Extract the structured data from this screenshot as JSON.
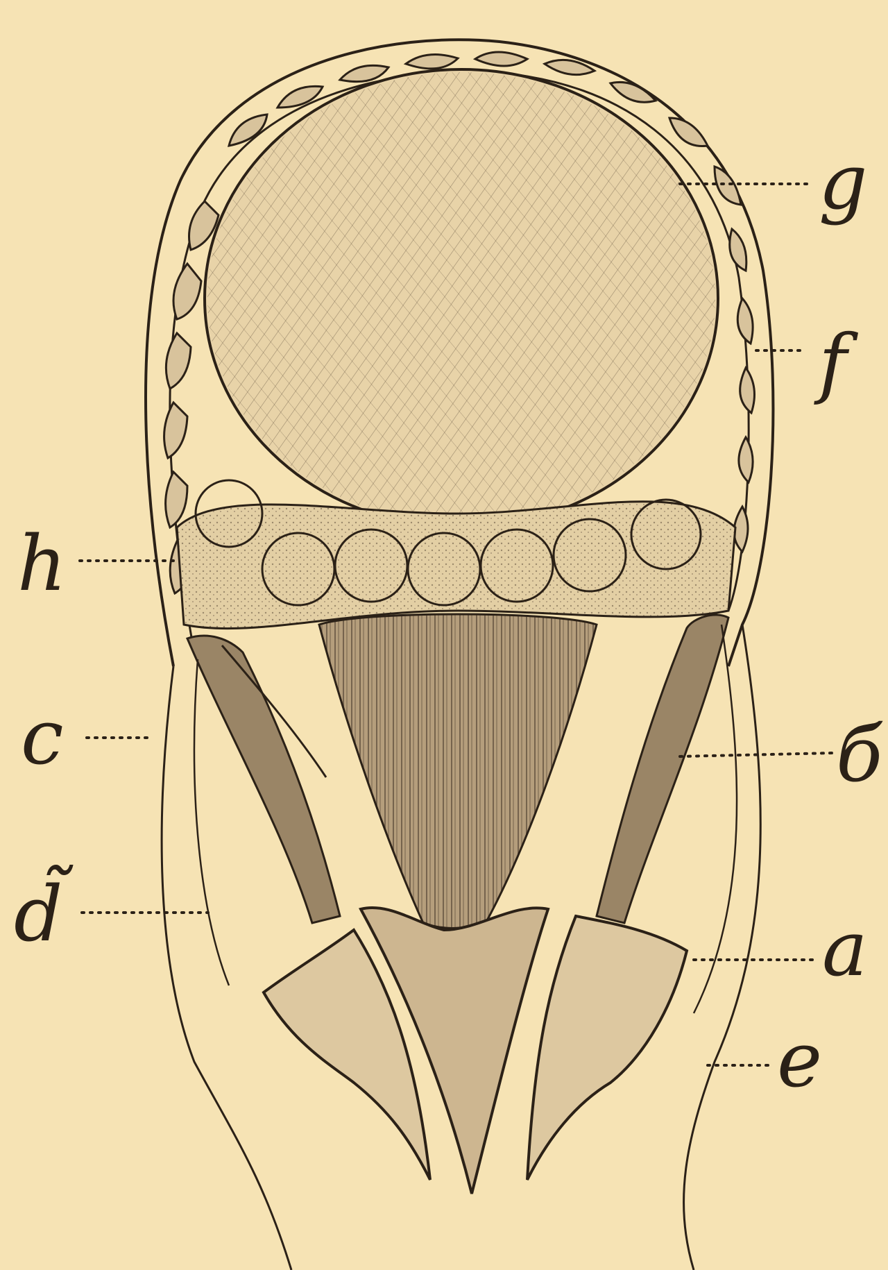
{
  "figure": {
    "colors": {
      "paper": "#f6e3b4",
      "ink": "#2b2117",
      "shade": "#cdb690",
      "dark": "#7a6650"
    },
    "labels": {
      "g": "g",
      "f": "f",
      "h": "h",
      "c": "c",
      "b": "б",
      "d": "d̃",
      "a": "a",
      "e": "e"
    }
  }
}
